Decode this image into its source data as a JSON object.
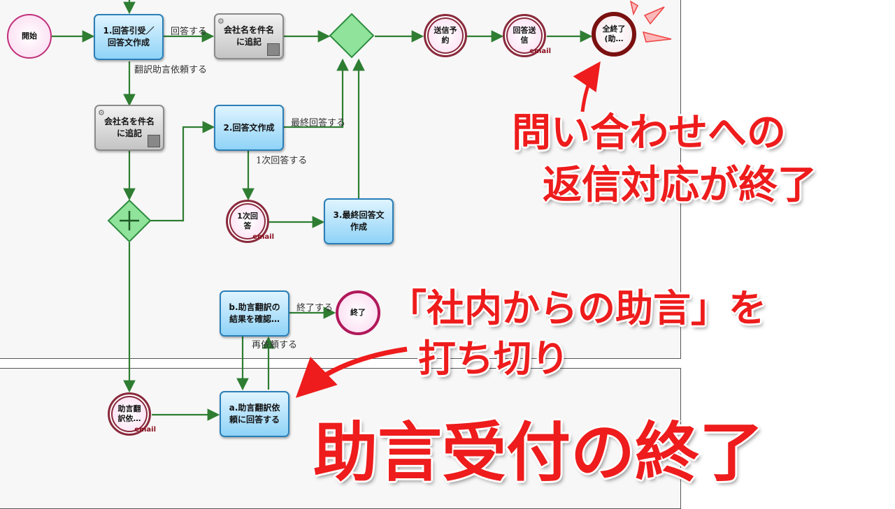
{
  "nodes": {
    "start": "開始",
    "task1": "1.回答引受／\n回答文作成",
    "svc1": "会社名を件名\nに追記",
    "svc2": "会社名を件名\nに追記",
    "task2": "2.回答文作成",
    "event_first": "1次回\n答",
    "task3": "3.最終回答文\n作成",
    "event_send_plan": "送信予\n約",
    "event_send": "回答送\n信",
    "end_all": "全終了\n(助…",
    "task_b": "b.助言翻訳の\n結果を確認…",
    "end": "終了",
    "event_advice": "助言翻\n訳依…",
    "task_a": "a.助言翻訳依\n頼に回答する",
    "email_label": "email"
  },
  "flow_labels": {
    "reply": "回答する",
    "translate_request": "翻訳助言依頼する",
    "final_reply": "最終回答する",
    "first_reply": "1次回答する",
    "finish": "終了する",
    "re_request": "再依頼する"
  },
  "annotations": {
    "reply_done_line1": "問い合わせへの",
    "reply_done_line2": "返信対応が終了",
    "cutoff_line1": "「社内からの助言」を",
    "cutoff_line2": "打ち切り",
    "advice_end": "助言受付の終了"
  },
  "colors": {
    "flow": "#2e7d32",
    "annotation_red": "#ee1c1c",
    "task_border": "#2a7fb8",
    "gateway": "#7fd88a"
  }
}
